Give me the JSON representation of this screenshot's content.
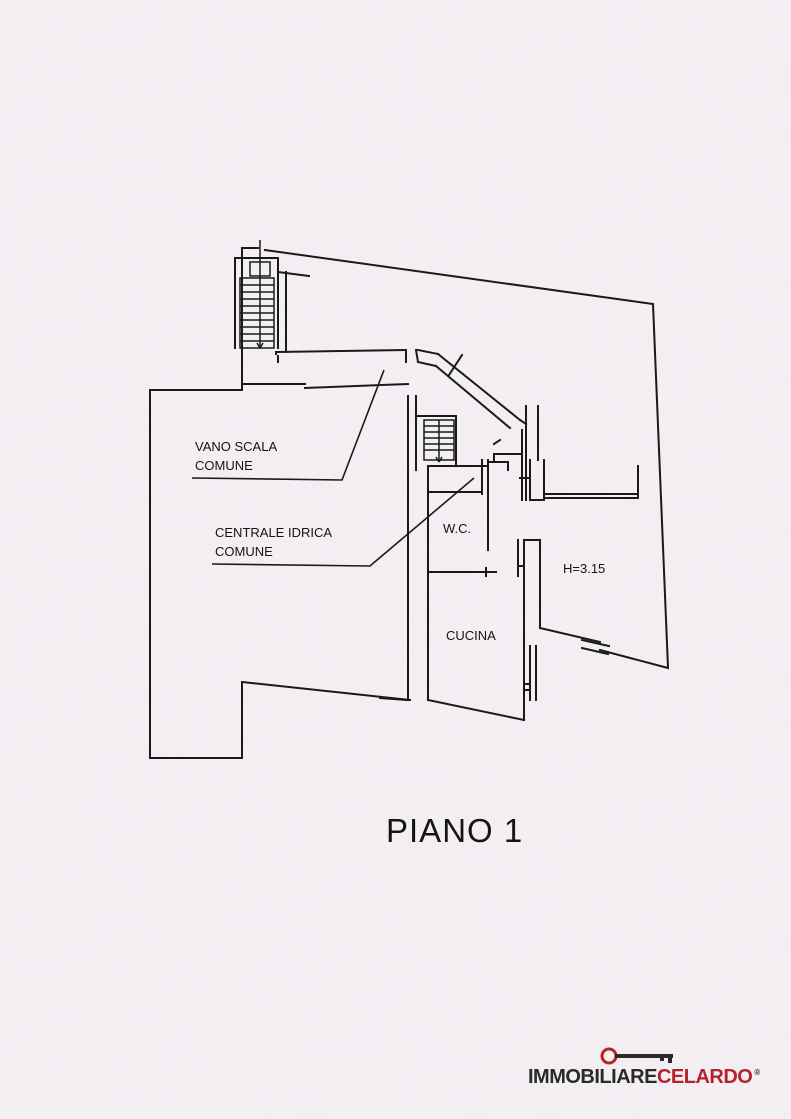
{
  "plan": {
    "labels": {
      "vano_scala_1": "VANO SCALA",
      "vano_scala_2": "COMUNE",
      "centrale_1": "CENTRALE IDRICA",
      "centrale_2": "COMUNE",
      "wc": "W.C.",
      "cucina": "CUCINA",
      "height": "H=3.15"
    },
    "floor_title": "PIANO 1"
  },
  "logo": {
    "text_part1": "IMMOBILIARE",
    "text_part2": "CELARDO",
    "registered": "®",
    "color_dark": "#2a2a2a",
    "color_red": "#b5232b"
  }
}
